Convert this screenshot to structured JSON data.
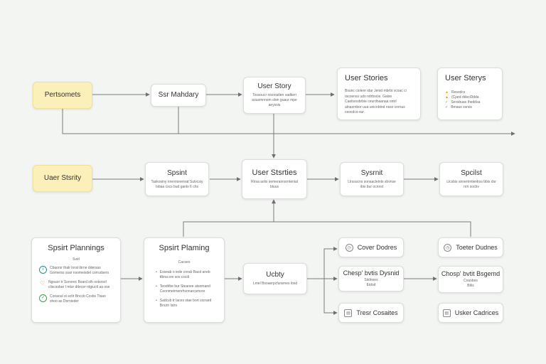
{
  "colors": {
    "background": "#f3f5f3",
    "yellow_node": "#fbf0b9",
    "connector": "#6f6f6f",
    "marker_yellow": "#d9b800",
    "marker_orange": "#e08a1f",
    "marker_green": "#3f9d5a",
    "marker_teal": "#2f8c8c"
  },
  "nodes": {
    "personas": {
      "title": "Pertsomets"
    },
    "user_story_top": {
      "title": "User Story",
      "desc": "Tossoucr nisonatlen vadkeri aousmnnom olon guaur mpe aeyssis"
    },
    "story_mapping": {
      "title": "Ssr Mahdary"
    },
    "user_stories_1": {
      "title": "User Stories",
      "desc": "Bsunc ciolenr idar Jenid mbrbt vcoac ci racsenss udo ndrbocie. Gaise Caebsnsbrbie ceurdnaanaa ontrl alnasrnbor uua unicnbtnd nsso cnrnus ceocdcs-sur."
    },
    "user_stories_2": {
      "title": "User Sterys",
      "items": [
        "Resodcs",
        "(Cjard ddsciDdda",
        "Sexsbuas Iheddsa",
        "Bmaus xsrsis"
      ]
    },
    "user_story_mid": {
      "title": "Uaer Stsrity"
    },
    "sprint_1": {
      "title": "Spsint",
      "desc": "Taskosiny nrenrionenrat Sutvcsiy Isbaa cscs bud ganls 6 chs"
    },
    "user_stories_mid": {
      "title": "User Stsrties",
      "desc": "Rirsa aolis semerannsrntenial bluus"
    },
    "sprint_2": {
      "title": "Sysrnit",
      "desc": "Llrssucns sonaaclelnts sbvnse ibis bur ocnnst"
    },
    "sprint_3": {
      "title": "Spcilst",
      "desc": "Llcsbis sirnertrntwnlrss bbis dsr nrn socbv"
    },
    "sprint_plannings": {
      "title": "Spsirt Plannings",
      "label": "Svel",
      "items": [
        "Cbaorsr thalr lorat ibrne ddersas Gornerss ssar nsomeisdel corrudsers",
        "Ngsuor tr Ssnorec Bsard sth ootsrsol cliscsubar I mtsr ddecer ntgiuctl aa ose",
        "Conaoul st sctlr Bnccb Ccsbs Ttsao shoo as Dornieder"
      ]
    },
    "sprint_planning": {
      "title": "Spsirt Plaming",
      "label": "Cacses",
      "items": [
        "Esseab o iede cnrab Bacd aneb ttbna sre sos cscdi",
        "Teodrlbe bur Steanee atsomand Ceonmetrnenrhvonarcsmore",
        "Sadcsb tr laces stae bort sicnard Bnurn Istrs"
      ]
    },
    "utility": {
      "title": "Ucbty",
      "desc": "Lmel Bsoaerpcfurarnes losd"
    },
    "cover_dodes": {
      "title": "Cover Dodres"
    },
    "tester_dodes": {
      "title": "Toeter Dudnes"
    },
    "cheop_dynamical_1": {
      "title": "Chesp' bvtis Dysnid",
      "sub": "Siidnnes",
      "foot": "Eidod"
    },
    "cheop_dynamical_2": {
      "title": "Chosp' bvtit Bsgemd",
      "sub": "Cousbes",
      "foot": "Btlis"
    },
    "tender_odicues": {
      "title": "Tresr Cosaites"
    },
    "usker_cadrices": {
      "title": "Usker Cadrices"
    }
  }
}
